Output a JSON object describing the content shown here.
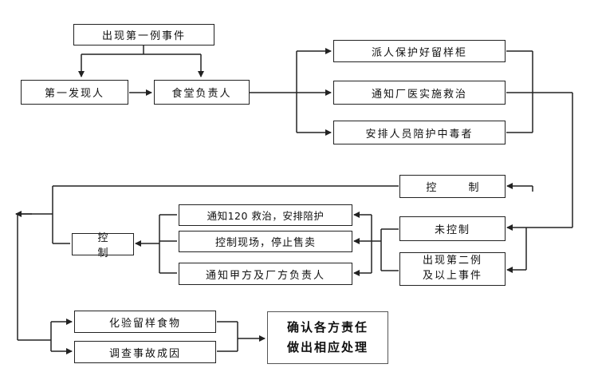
{
  "nodes": {
    "first_event": "出现第一例事件",
    "first_finder": "第一发现人",
    "canteen_head": "食堂负责人",
    "keep_samples": "派人保护好留样柜",
    "notify_doctor": "通知厂医实施救治",
    "arrange_escort": "安排人员陪护中毒者",
    "controlled": "控 制",
    "uncontrolled": "未控制",
    "second_event_line1": "出现第二例",
    "second_event_line2": "及以上事件",
    "notify_120": "通知120 救治，安排陪护",
    "control_scene": "控制现场，停止售卖",
    "notify_parties": "通知甲方及厂方负责人",
    "control_left": "控 制",
    "test_samples": "化验留样食物",
    "investigate": "调查事故成因",
    "confirm_line1": "确认各方责任",
    "confirm_line2": "做出相应处理"
  }
}
